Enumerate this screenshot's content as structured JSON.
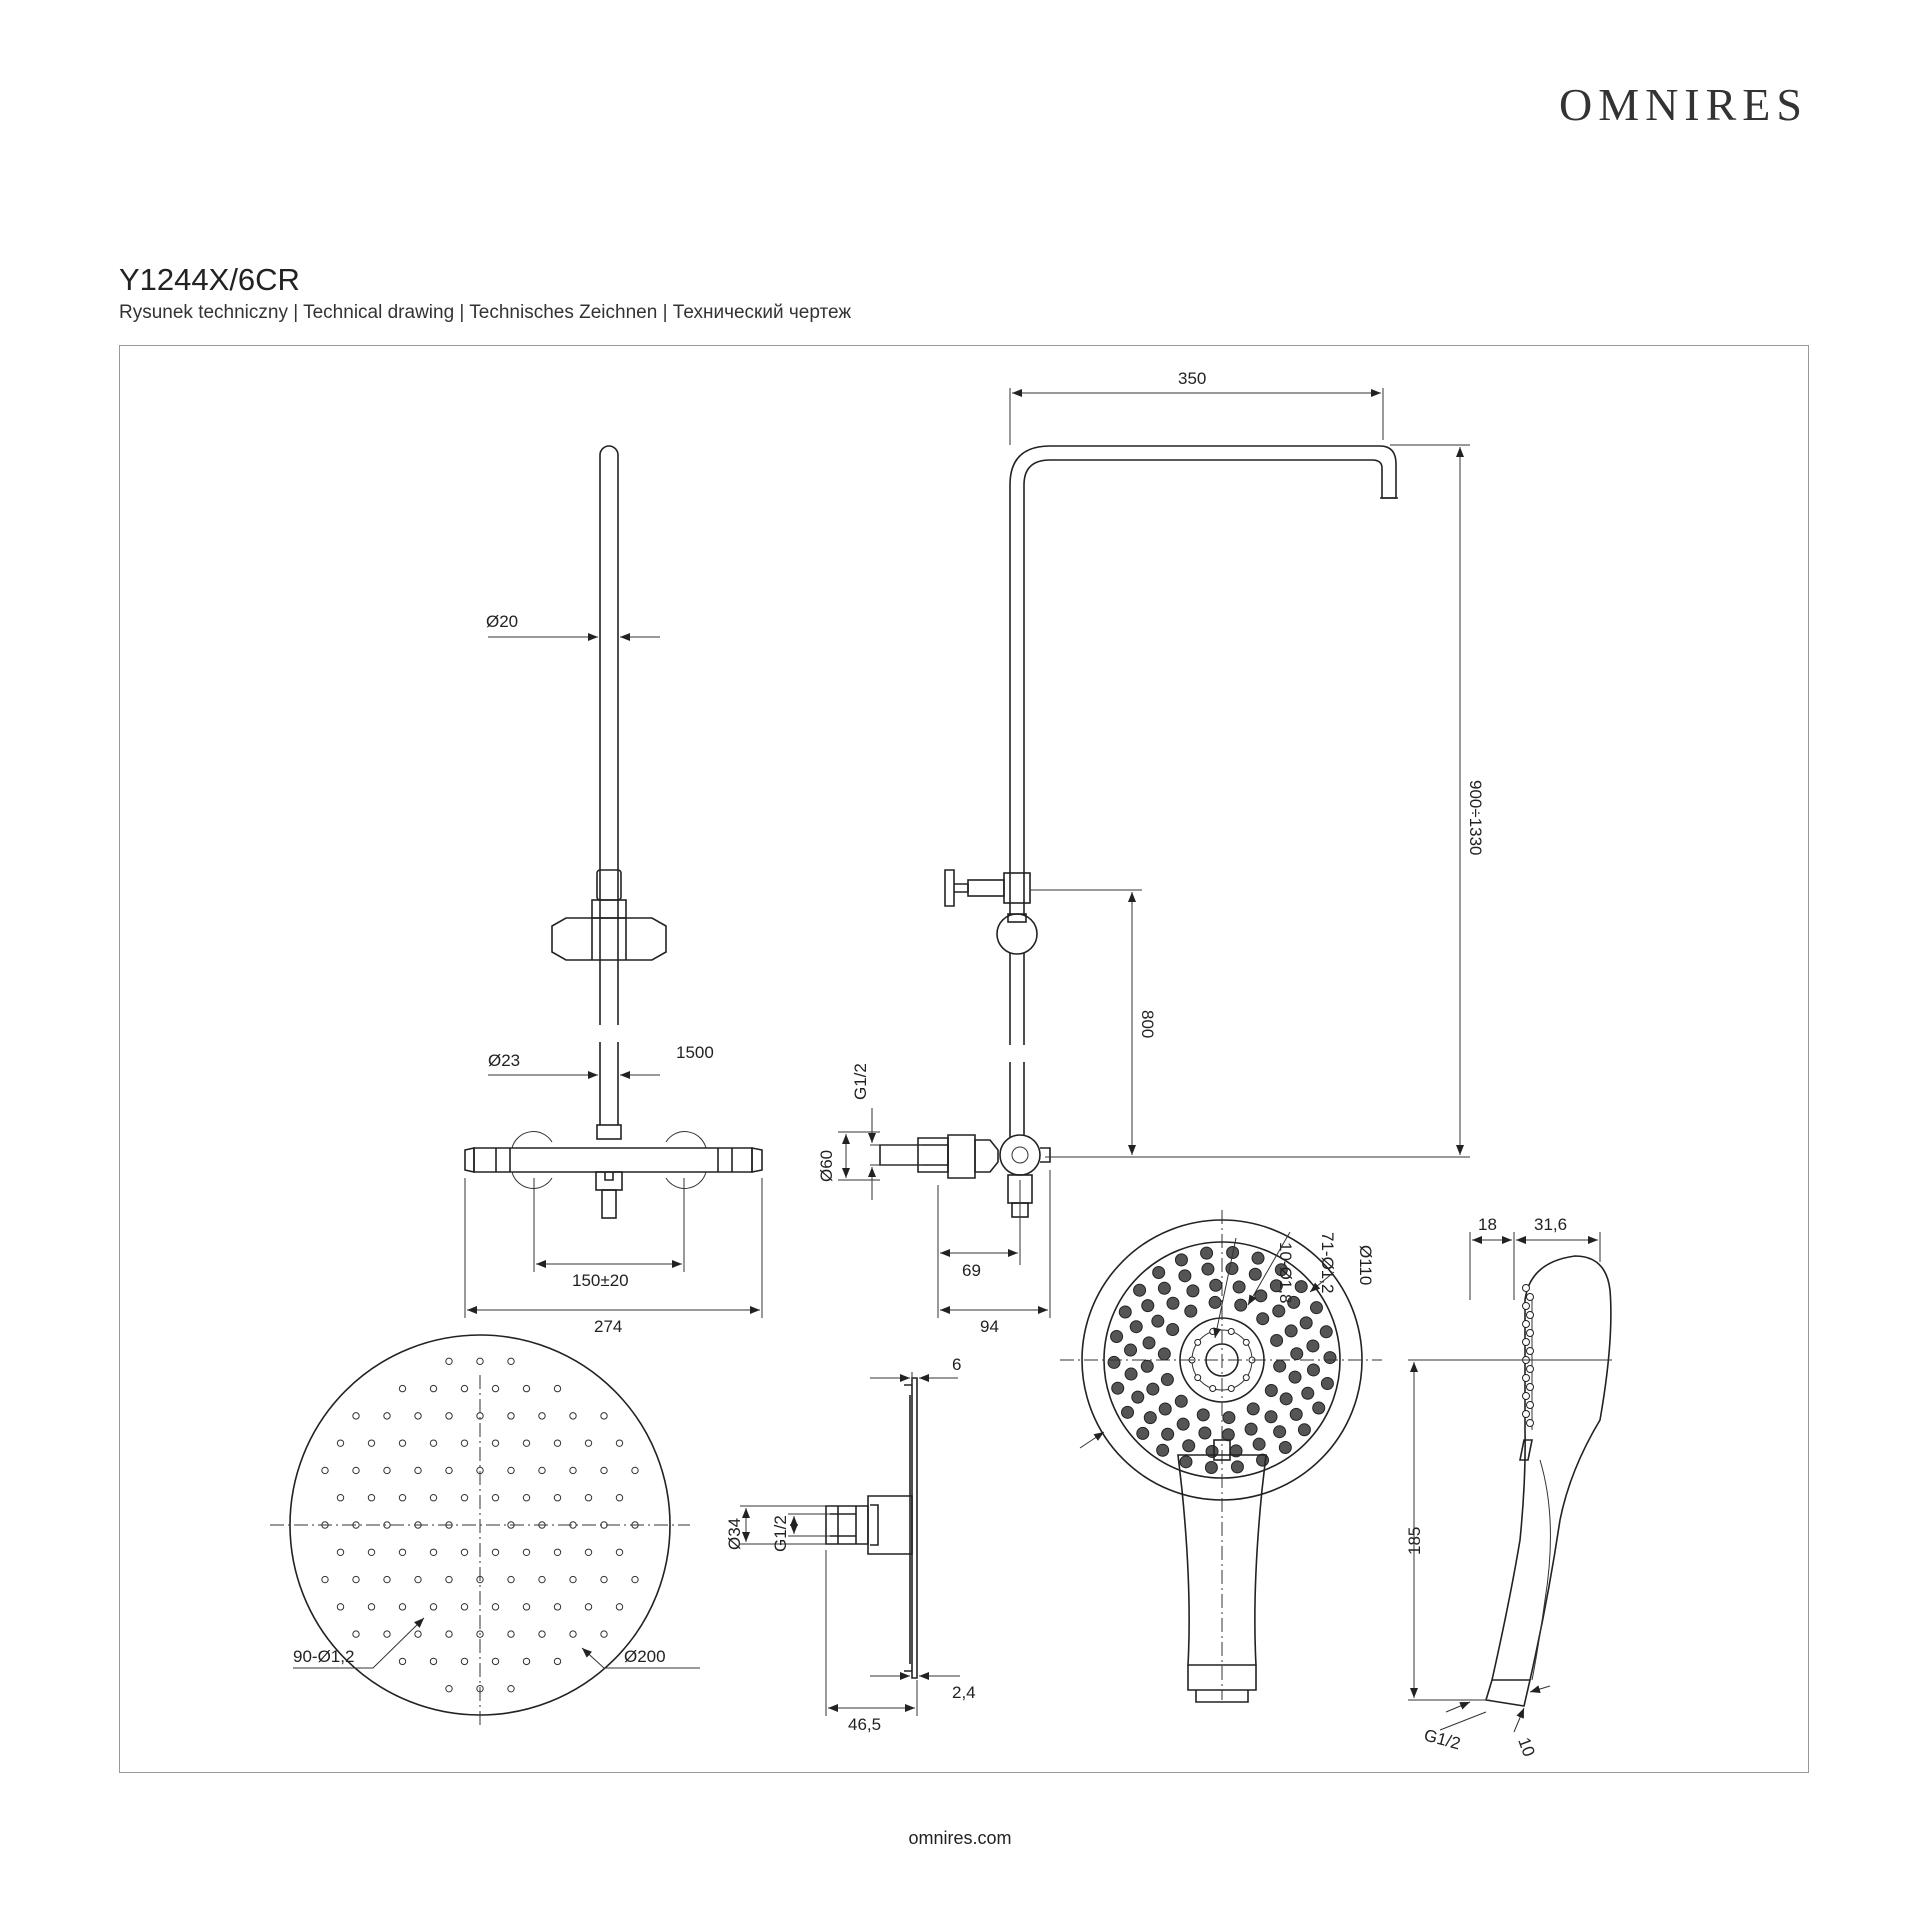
{
  "header": {
    "brand": "OMNIRES",
    "model": "Y1244X/6CR",
    "subtitle": "Rysunek techniczny | Technical drawing | Technisches Zeichnen | Технический чертеж"
  },
  "dimensions": {
    "d350": "350",
    "d900_1330": "900÷1330",
    "d20": "Ø20",
    "d23": "Ø23",
    "d1500": "1500",
    "g12_a": "G1/2",
    "d800": "800",
    "d60": "Ø60",
    "d150": "150±20",
    "d274": "274",
    "d69": "69",
    "d94": "94",
    "d10_18": "10-Ø1,8",
    "d71_12": "71-Ø1,2",
    "d110": "Ø110",
    "d18": "18",
    "d31_6": "31,6",
    "d6": "6",
    "d34": "Ø34",
    "g12_b": "G1/2",
    "d90_12": "90-Ø1,2",
    "d200": "Ø200",
    "d2_4": "2,4",
    "d46_5": "46,5",
    "d185": "185",
    "g12_c": "G1/2",
    "d10": "10"
  },
  "footer": {
    "url": "omnires.com"
  }
}
